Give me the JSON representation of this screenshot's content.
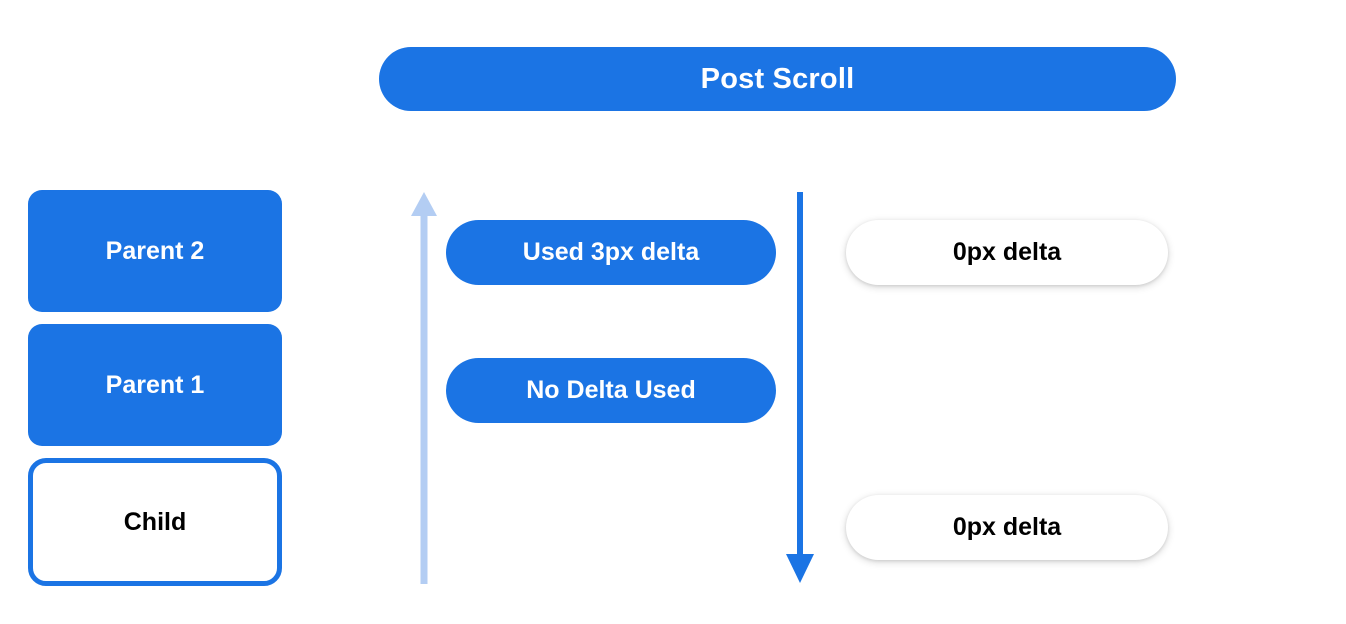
{
  "header": {
    "title": "Post Scroll"
  },
  "colors": {
    "accent_blue": "#1b74e4",
    "light_blue_arrow": "#b3cdf3",
    "background": "#ffffff",
    "text_dark": "#000000",
    "text_light": "#ffffff"
  },
  "left_column": {
    "name": "scroll-node-stack",
    "nodes": [
      {
        "label": "Parent 2",
        "style": "filled"
      },
      {
        "label": "Parent 1",
        "style": "filled"
      },
      {
        "label": "Child",
        "style": "outlined"
      }
    ]
  },
  "arrows": [
    {
      "name": "consumed-delta-arrow",
      "direction": "up",
      "color": "#b3cdf3"
    },
    {
      "name": "scroll-propagation-arrow",
      "direction": "down",
      "color": "#1b74e4"
    }
  ],
  "middle_column": {
    "name": "delta-usage-pills",
    "pills": [
      {
        "label": "Used 3px delta"
      },
      {
        "label": "No Delta Used"
      }
    ]
  },
  "right_column": {
    "name": "remaining-delta-pills",
    "pills": [
      {
        "label": "0px delta"
      },
      {
        "label": "0px delta"
      }
    ]
  }
}
